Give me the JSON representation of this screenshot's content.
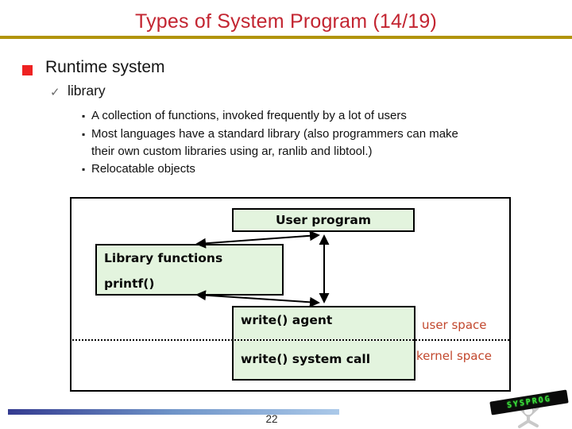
{
  "slide": {
    "title": "Types of System Program (14/19)",
    "page_number": "22"
  },
  "colors": {
    "title_red": "#c32531",
    "rule_gold": "#b1940b",
    "bullet_red": "#ee2222",
    "diagram_box_fill": "#e3f4de",
    "space_label_red": "#c2482e",
    "footer_bar_left": "#343b90",
    "footer_bar_right": "#abc9e9",
    "logo_text_green": "#3ae23a"
  },
  "content": {
    "heading": "Runtime system",
    "check_glyph": "✓",
    "subheading": "library",
    "lines": [
      {
        "bullet": "▪",
        "text": "A collection of functions, invoked frequently by a lot of users"
      },
      {
        "bullet": "▪",
        "text": "Most languages have a standard library (also programmers can make"
      },
      {
        "bullet": "",
        "text": "their own custom libraries using ar, ranlib and libtool.)"
      },
      {
        "bullet": "▪",
        "text": "Relocatable objects"
      }
    ]
  },
  "diagram": {
    "user_program": "User program",
    "library_functions": "Library functions",
    "printf_label": "printf()",
    "write_agent": "write() agent",
    "write_system_call": "write() system call",
    "user_space": "user space",
    "kernel_space": "kernel space"
  },
  "logo": {
    "sign_text": "SYSPROG"
  }
}
